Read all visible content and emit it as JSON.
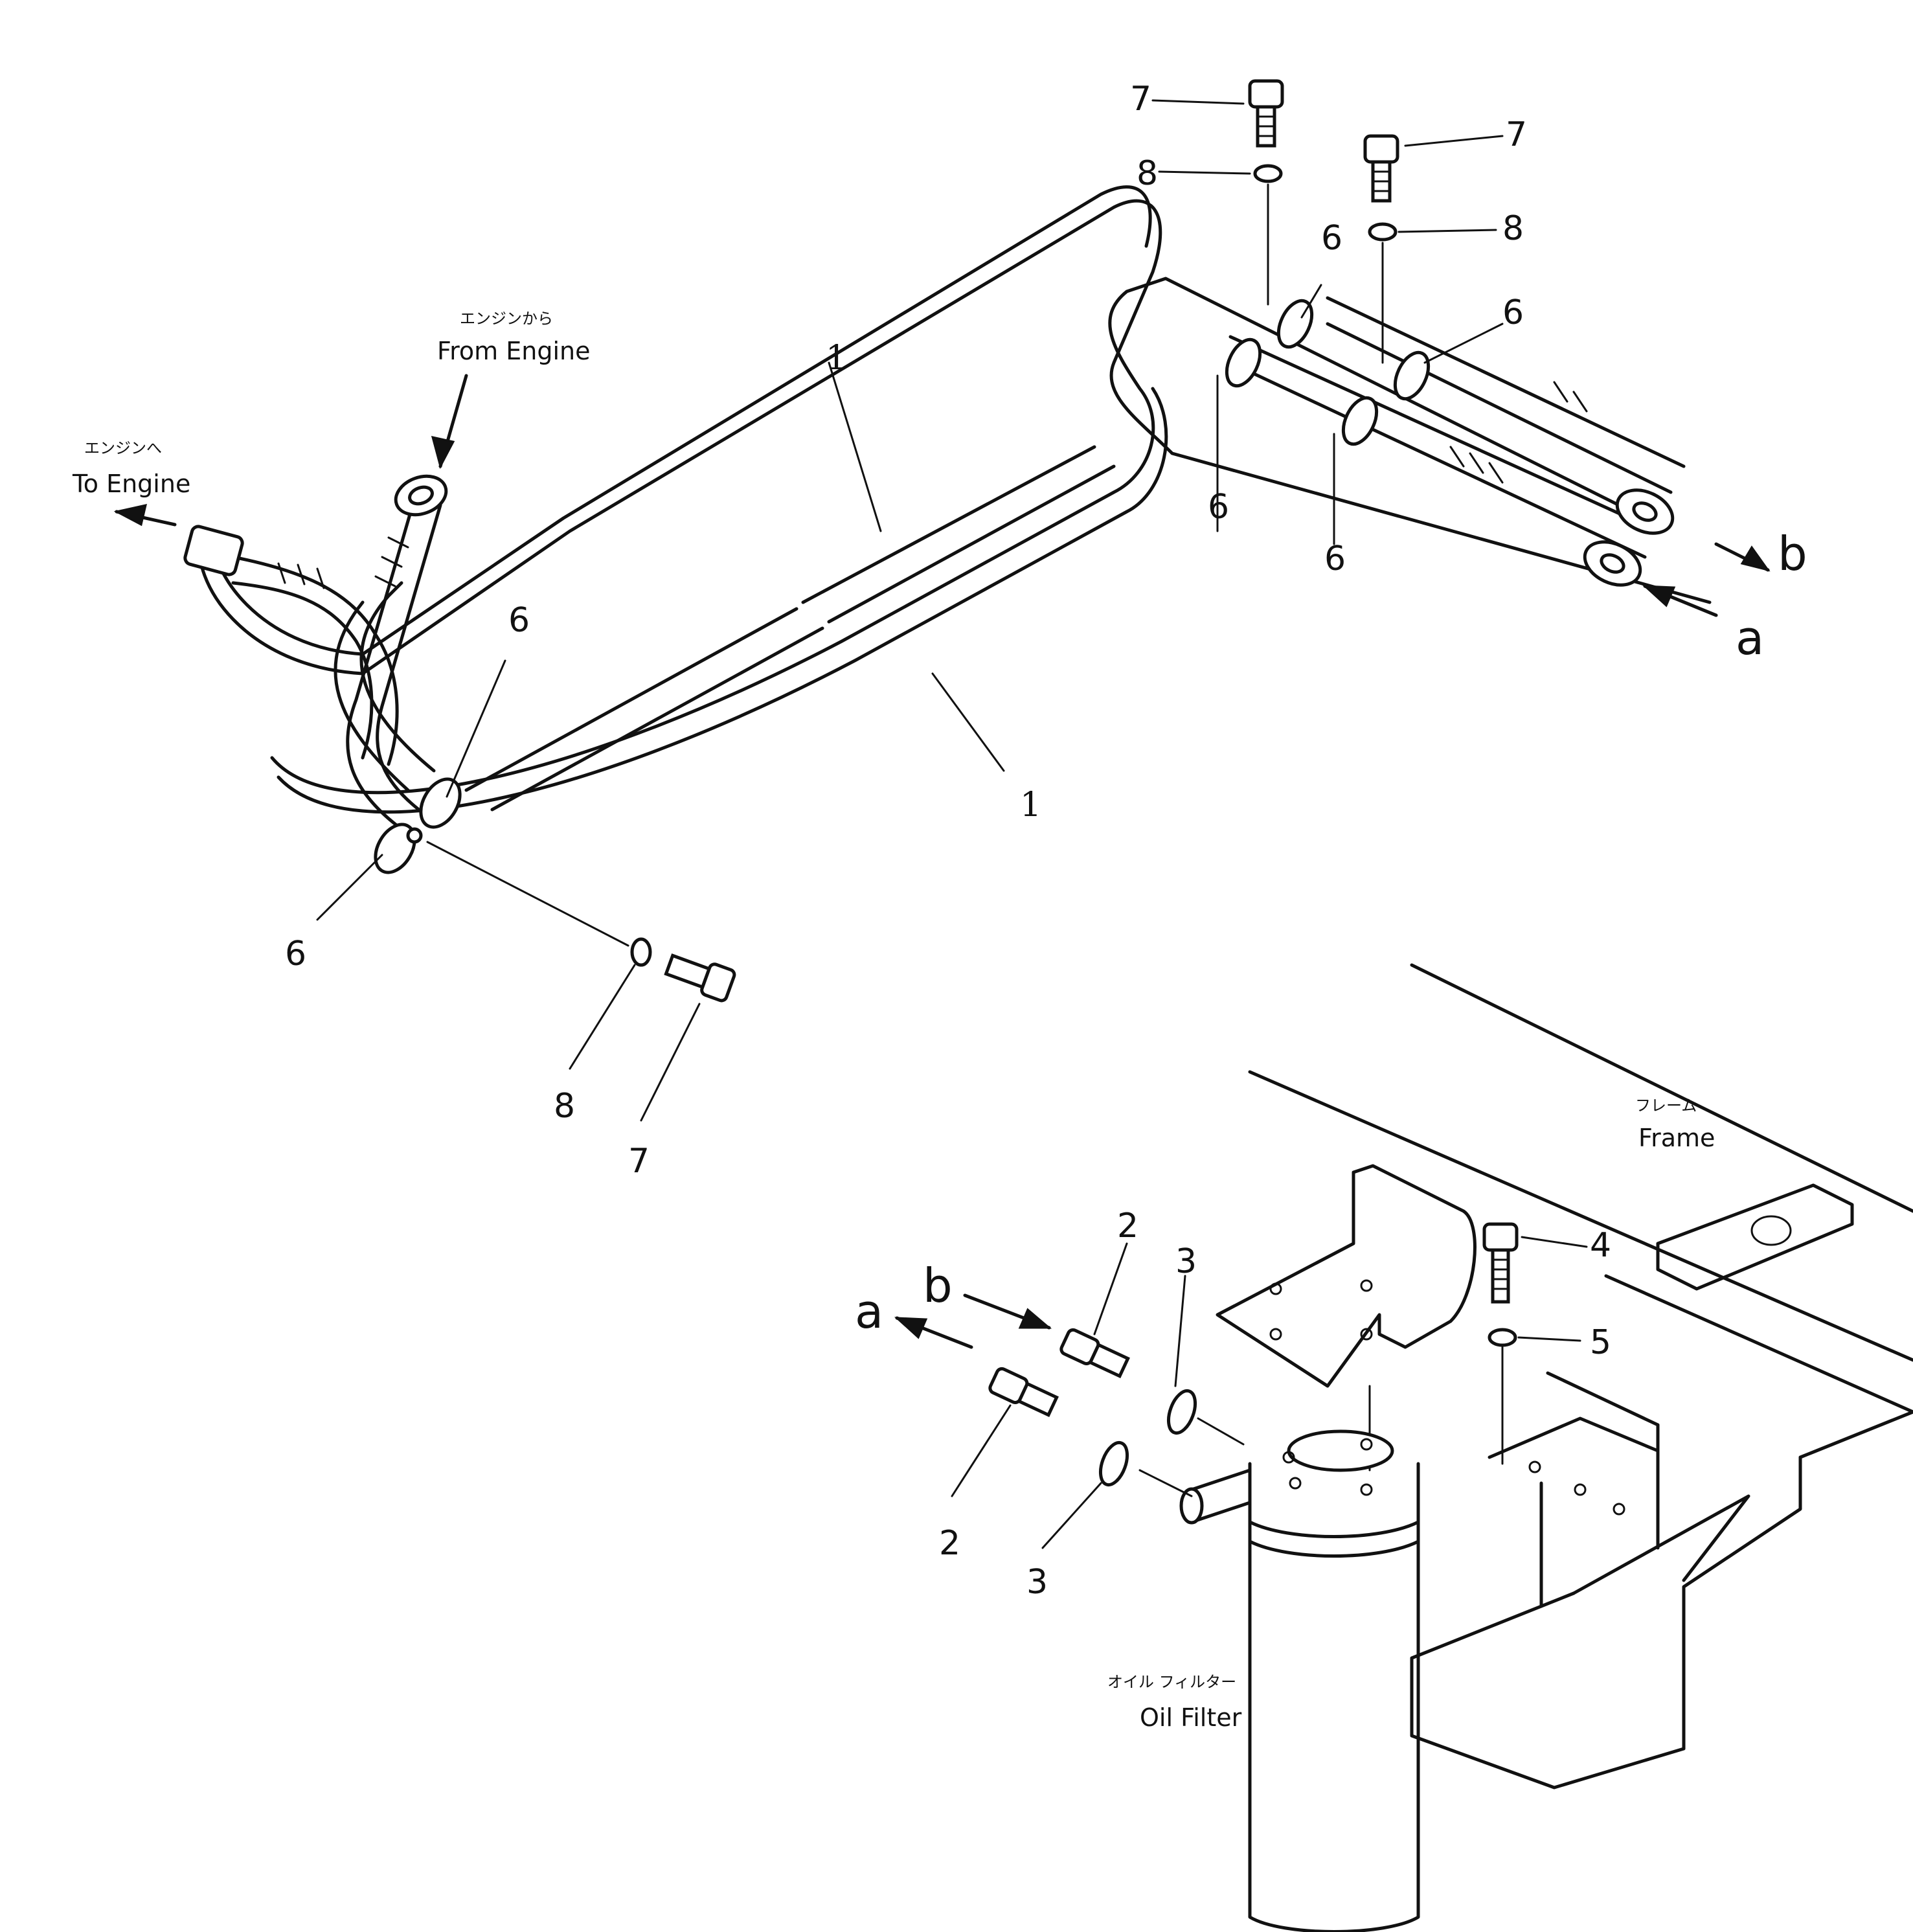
{
  "labels": {
    "to_engine_jp": "エンジンへ",
    "to_engine": "To Engine",
    "from_engine_jp": "エンジンから",
    "from_engine": "From Engine",
    "frame_jp": "フレーム",
    "frame": "Frame",
    "oil_filter_jp": "オイル フィルター",
    "oil_filter": "Oil Filter"
  },
  "parts": {
    "p1": "1",
    "p2": "2",
    "p3": "3",
    "p4": "4",
    "p5": "5",
    "p6": "6",
    "p7": "7",
    "p8": "8"
  },
  "connections": {
    "a": "a",
    "b": "b"
  }
}
